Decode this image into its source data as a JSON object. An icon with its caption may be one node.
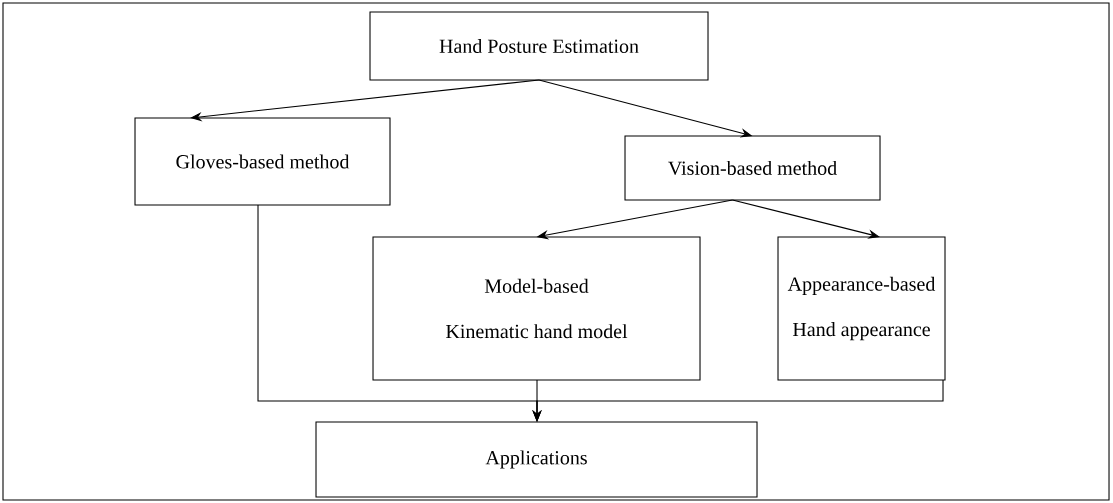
{
  "diagram": {
    "nodes": [
      {
        "text": [
          "Hand Posture Estimation"
        ]
      },
      {
        "text": [
          "Gloves-based method"
        ]
      },
      {
        "text": [
          "Vision-based method"
        ]
      },
      {
        "text": [
          "Model-based",
          "Kinematic hand model"
        ]
      },
      {
        "text": [
          "Appearance-based",
          "Hand appearance"
        ]
      },
      {
        "text": [
          "Applications"
        ]
      }
    ],
    "edges": [
      {
        "from": 0,
        "to": 1,
        "arrow": "to"
      },
      {
        "from": 0,
        "to": 2,
        "arrow": "to"
      },
      {
        "from": 2,
        "to": 3,
        "arrow": "to"
      },
      {
        "from": 2,
        "to": 4,
        "arrow": "to"
      },
      {
        "from": 1,
        "to": 5,
        "arrow": "to"
      },
      {
        "from": 3,
        "to": 5,
        "arrow": "to"
      },
      {
        "from": 4,
        "to": 5,
        "arrow": "to"
      }
    ]
  }
}
